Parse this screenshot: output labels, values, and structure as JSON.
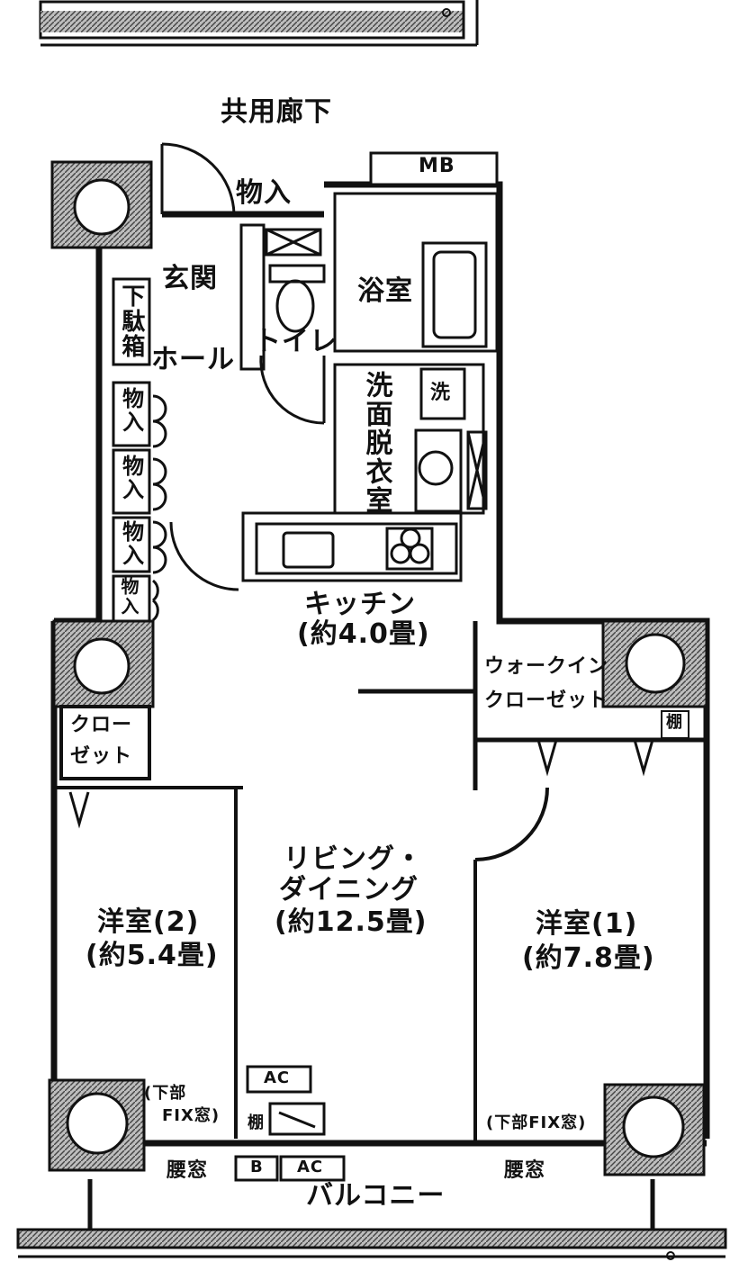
{
  "labels": {
    "common_corridor": "共用廊下",
    "mb": "MB",
    "storage_entry": "物入",
    "entrance": "玄関",
    "shoe_box": "下駄箱",
    "hall": "ホール",
    "toilet": "トイレ",
    "bath": "浴室",
    "wash": "洗",
    "washroom": "洗面脱衣室",
    "storage1": "物入",
    "storage2": "物入",
    "storage3": "物入",
    "storage4": "物入",
    "kitchen_name": "キッチン",
    "kitchen_size": "(約4.0畳)",
    "walkin_1": "ウォークイン",
    "walkin_2": "クローゼット",
    "shelf_walkin": "棚",
    "closet_1": "クロー",
    "closet_2": "ゼット",
    "living_1": "リビング・",
    "living_2": "ダイニング",
    "living_size": "(約12.5畳)",
    "bed2_name": "洋室(2)",
    "bed2_size": "(約5.4畳)",
    "bed1_name": "洋室(1)",
    "bed1_size": "(約7.8畳)",
    "fix_left_1": "(下部",
    "fix_left_2": "FIX窓)",
    "fix_right": "(下部FIX窓)",
    "ac_upper": "AC",
    "shelf_living": "棚",
    "koshimado_left": "腰窓",
    "box_b": "B",
    "ac_lower": "AC",
    "koshimado_right": "腰窓",
    "balcony": "バルコニー"
  }
}
